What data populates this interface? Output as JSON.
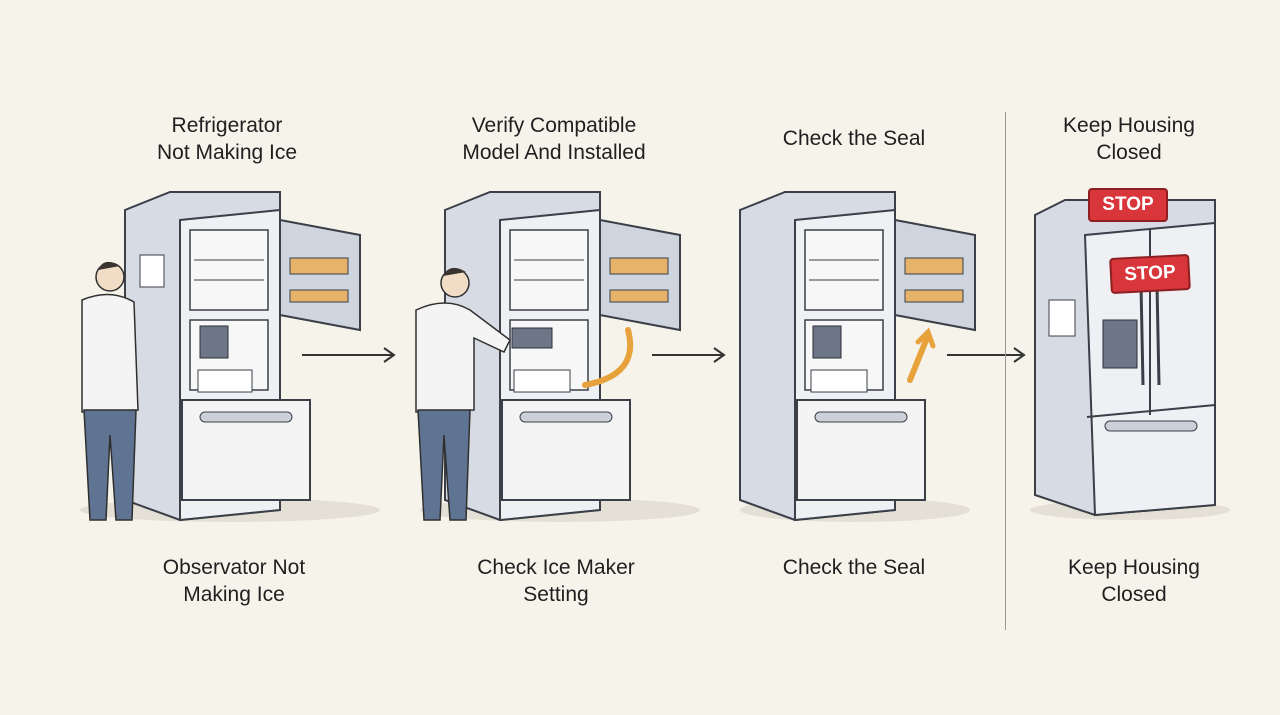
{
  "steps": [
    {
      "title": "Refrigerator\nNot Making Ice",
      "caption": "Observator Not\nMaking Ice"
    },
    {
      "title": "Verify Compatible\nModel And Installed",
      "caption": "Check Ice Maker\nSetting"
    },
    {
      "title": "Check the Seal",
      "caption": "Check the Seal"
    },
    {
      "title": "Keep Housing\nClosed",
      "caption": "Keep Housing\nClosed"
    }
  ],
  "stop_labels": [
    "STOP",
    "STOP"
  ],
  "icons": [
    "refrigerator-open-icon",
    "person-icon",
    "arrow-right-icon",
    "curved-arrow-icon",
    "stop-sign-icon",
    "french-door-refrigerator-icon"
  ],
  "colors": {
    "background": "#f6f3ea",
    "stop": "#d8363a",
    "accent_orange": "#e8a23c",
    "fridge": "#dfe3ea",
    "outline": "#3a3f48"
  }
}
